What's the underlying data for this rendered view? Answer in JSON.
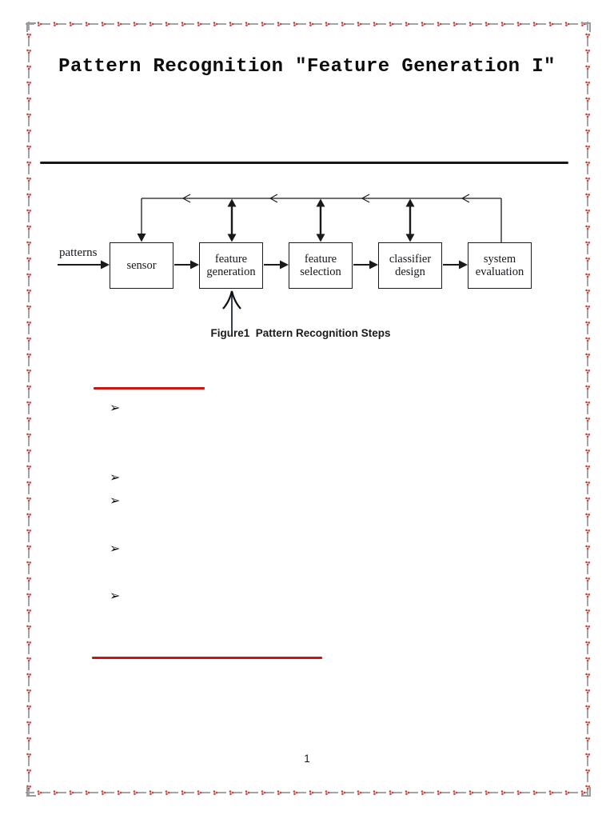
{
  "page": {
    "title": "Pattern Recognition \"Feature Generation I\"",
    "page_number": "1"
  },
  "figure": {
    "input_label": "patterns",
    "boxes": [
      {
        "label": "sensor"
      },
      {
        "label": "feature generation"
      },
      {
        "label": "feature selection"
      },
      {
        "label": "classifier design"
      },
      {
        "label": "system evaluation"
      }
    ],
    "caption": "Figure1  Pattern Recognition Steps"
  },
  "list": {
    "bullet_glyph": "➢"
  },
  "colors": {
    "accent_red": "#c61616",
    "diagram_line": "#1a1a1a",
    "border_gray": "#a3a3a3",
    "border_red": "#c2413a"
  }
}
